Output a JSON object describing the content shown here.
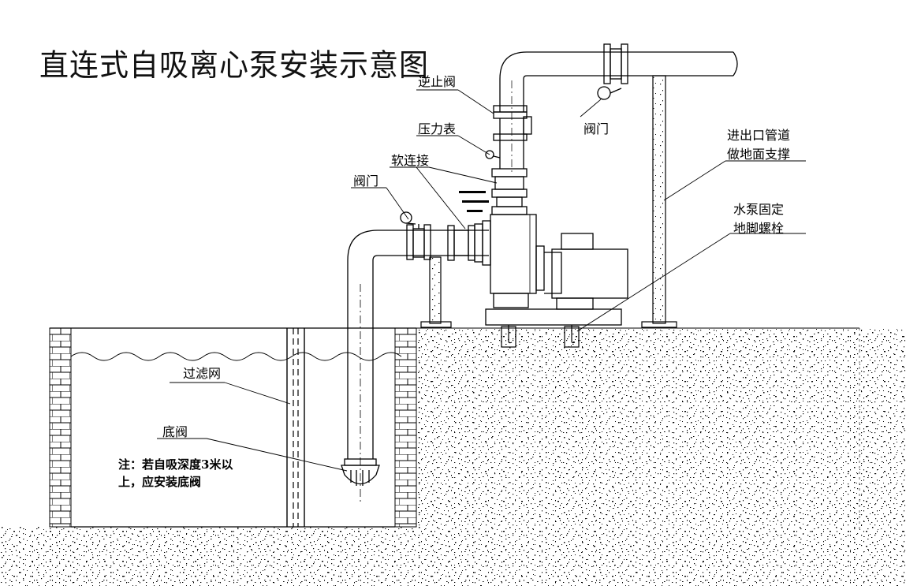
{
  "title": "直连式自吸离心泵安装示意图",
  "labels": {
    "check_valve": "逆止阀",
    "pressure_gauge": "压力表",
    "flex_joint": "软连接",
    "valve_left": "阀门",
    "valve_right": "阀门",
    "pipe_support_line1": "进出口管道",
    "pipe_support_line2": "做地面支撑",
    "anchor_bolt_line1": "水泵固定",
    "anchor_bolt_line2": "地脚螺栓",
    "filter_screen": "过滤网",
    "foot_valve": "底阀"
  },
  "note": {
    "line1": "注：若自吸深度3米以",
    "line2": "上，应安装底阀"
  },
  "colors": {
    "line": "#000000",
    "background": "#ffffff"
  }
}
